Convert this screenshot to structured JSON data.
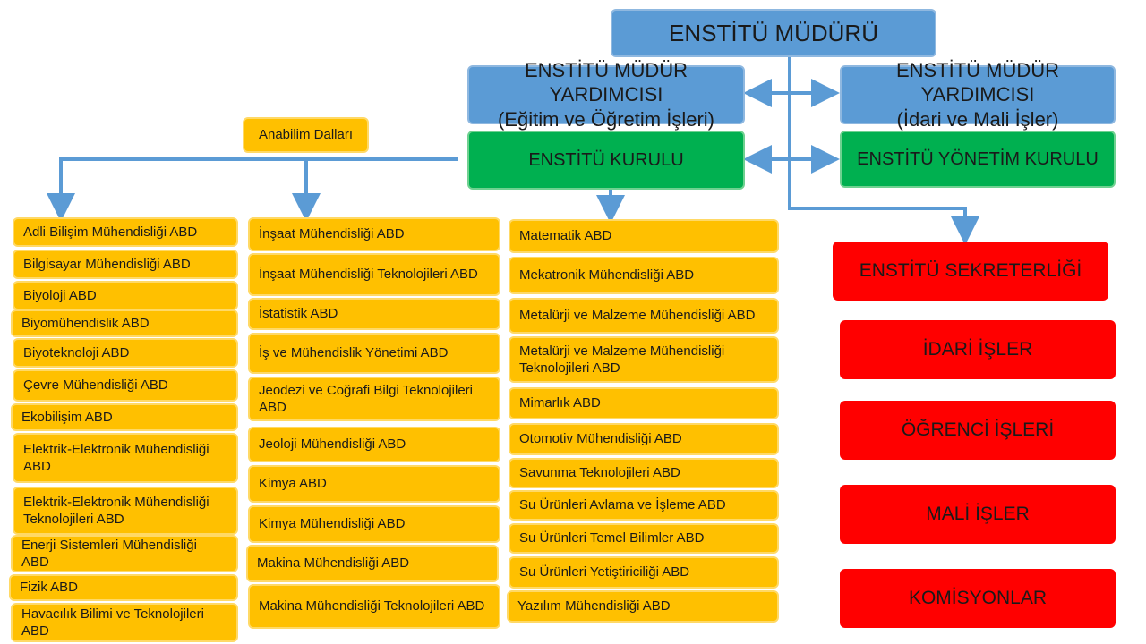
{
  "director": "ENSTİTÜ MÜDÜRÜ",
  "vice_left": {
    "line1": "ENSTİTÜ  MÜDÜR YARDIMCISI",
    "line2": "(Eğitim ve Öğretim İşleri)"
  },
  "vice_right": {
    "line1": "ENSTİTÜ  MÜDÜR YARDIMCISI",
    "line2": "(İdari ve Mali İşler)"
  },
  "board": "ENSTİTÜ  KURULU",
  "management_board": "ENSTİTÜ  YÖNETİM KURULU",
  "departments_label": "Anabilim Dalları",
  "secretariat": "ENSTİTÜ SEKRETERLİĞİ",
  "admin_units": [
    "İDARİ İŞLER",
    "ÖĞRENCİ İŞLERİ",
    "MALİ İŞLER",
    "KOMİSYONLAR"
  ],
  "departments_col1": [
    "Adli Bilişim Mühendisliği ABD",
    "Bilgisayar Mühendisliği ABD",
    "Biyoloji ABD",
    "Biyomühendislik ABD",
    "Biyoteknoloji ABD",
    "Çevre Mühendisliği ABD",
    "Ekobilişim ABD",
    "Elektrik-Elektronik Mühendisliği ABD",
    "Elektrik-Elektronik Mühendisliği Teknolojileri ABD",
    "Enerji Sistemleri Mühendisliği ABD",
    "Fizik ABD",
    "Havacılık Bilimi ve Teknolojileri ABD"
  ],
  "departments_col2": [
    "İnşaat Mühendisliği ABD",
    "İnşaat Mühendisliği Teknolojileri ABD",
    "İstatistik ABD",
    "İş ve Mühendislik Yönetimi ABD",
    "Jeodezi  ve Coğrafi Bilgi Teknolojileri ABD",
    "Jeoloji Mühendisliği ABD",
    "Kimya ABD",
    "Kimya Mühendisliği ABD",
    "Makina Mühendisliği ABD",
    "Makina Mühendisliği Teknolojileri ABD"
  ],
  "departments_col3": [
    "Matematik ABD",
    "Mekatronik Mühendisliği ABD",
    "Metalürji ve Malzeme Mühendisliği ABD",
    "Metalürji ve Malzeme Mühendisliği Teknolojileri ABD",
    "Mimarlık ABD",
    "Otomotiv Mühendisliği ABD",
    "Savunma Teknolojileri ABD",
    "Su Ürünleri Avlama ve İşleme ABD",
    "Su Ürünleri Temel Bilimler ABD",
    "Su Ürünleri Yetiştiriciliği ABD",
    "Yazılım Mühendisliği ABD"
  ],
  "colors": {
    "blue": "#5b9bd5",
    "green": "#00b050",
    "red": "#ff0000",
    "yellow": "#ffc000",
    "connector": "#5b9bd5"
  }
}
